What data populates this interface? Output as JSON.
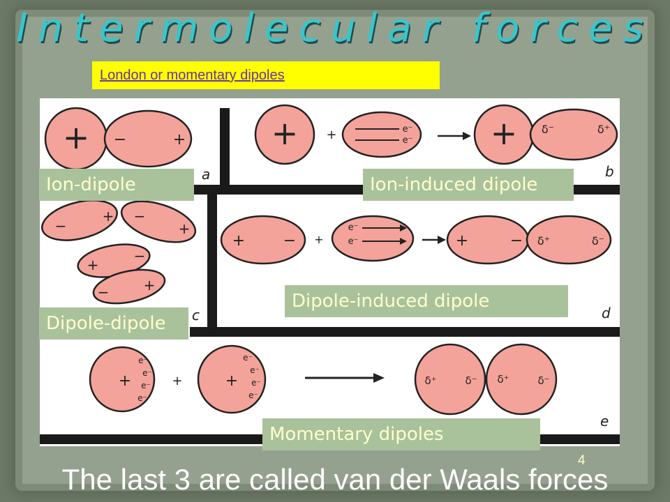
{
  "slide": {
    "title": "Intermolecular forces",
    "link_text": "London or momentary dipoles",
    "page_number": "4",
    "footer_text": "The last 3 are called van der Waals forces"
  },
  "figure": {
    "panel_letters": [
      "a",
      "b",
      "c",
      "d",
      "e"
    ],
    "symbols": {
      "plus": "+",
      "minus": "−",
      "electron": "e⁻",
      "delta_plus": "δ⁺",
      "delta_minus": "δ⁻"
    }
  },
  "captions": {
    "ion_dipole": "Ion-dipole",
    "ion_induced_dipole": "Ion-induced dipole",
    "dipole_dipole": "Dipole-dipole",
    "dipole_induced_dipole": "Dipole-induced dipole",
    "momentary_dipoles": "Momentary dipoles"
  },
  "colors": {
    "title": "#35c7cc",
    "caption_bg": "#a9c29c",
    "caption_text": "#ffffcc",
    "highlight": "#ffff00",
    "link": "#7030a0",
    "molecule_fill": "#f3a39a"
  }
}
